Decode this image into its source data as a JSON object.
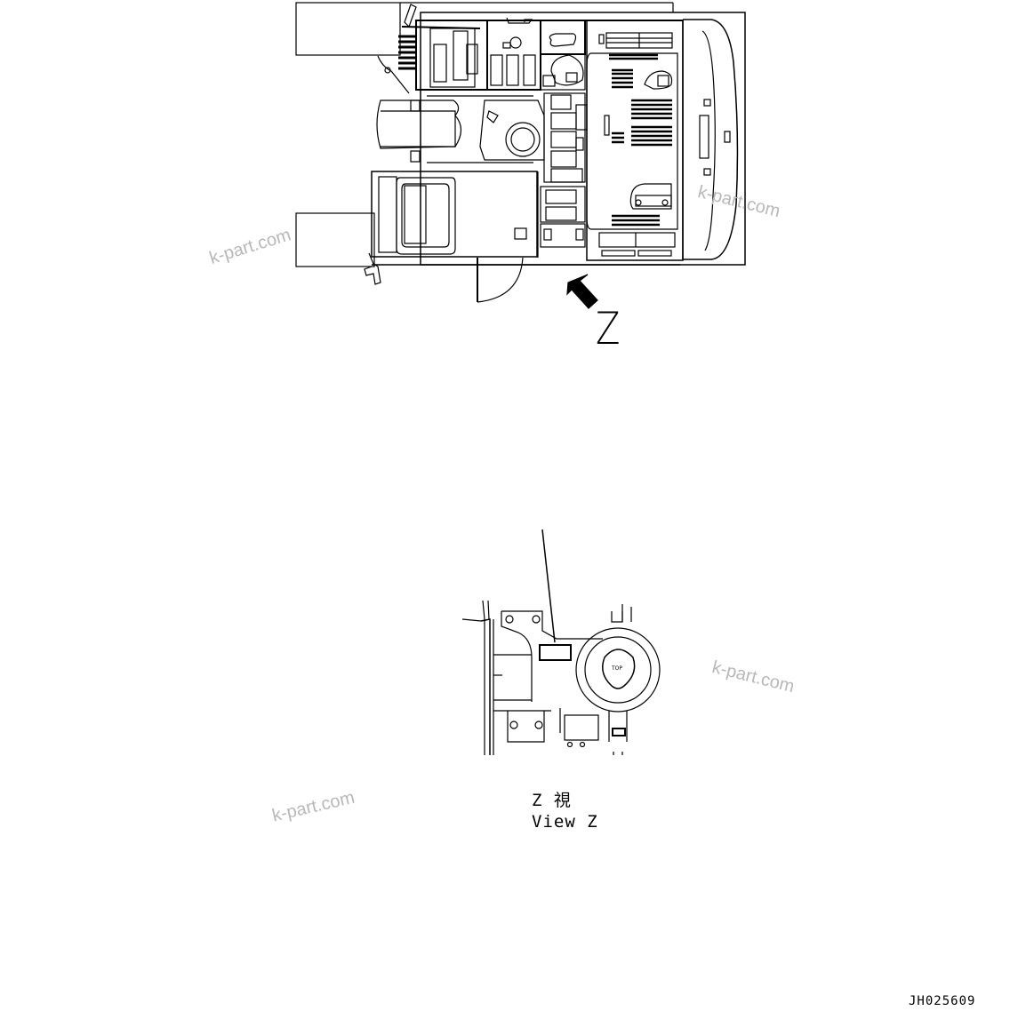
{
  "document": {
    "type": "parts-catalog-illustration",
    "subject": "operator cab top view with label position detail"
  },
  "main_view": {
    "arrow_label": "Z",
    "arrow_direction": "up-left"
  },
  "detail_view": {
    "caption_jp": "Z  視",
    "caption_en": "View Z",
    "knob_text": "TOP"
  },
  "footer": {
    "drawing_number": "JH025609"
  },
  "watermarks": [
    {
      "text": "k-part.com"
    },
    {
      "text": "k-part.com"
    },
    {
      "text": "k-part.com"
    },
    {
      "text": "k-part.com"
    }
  ],
  "colors": {
    "line": "#000000",
    "background": "#ffffff",
    "watermark": "#b8b8b8"
  }
}
